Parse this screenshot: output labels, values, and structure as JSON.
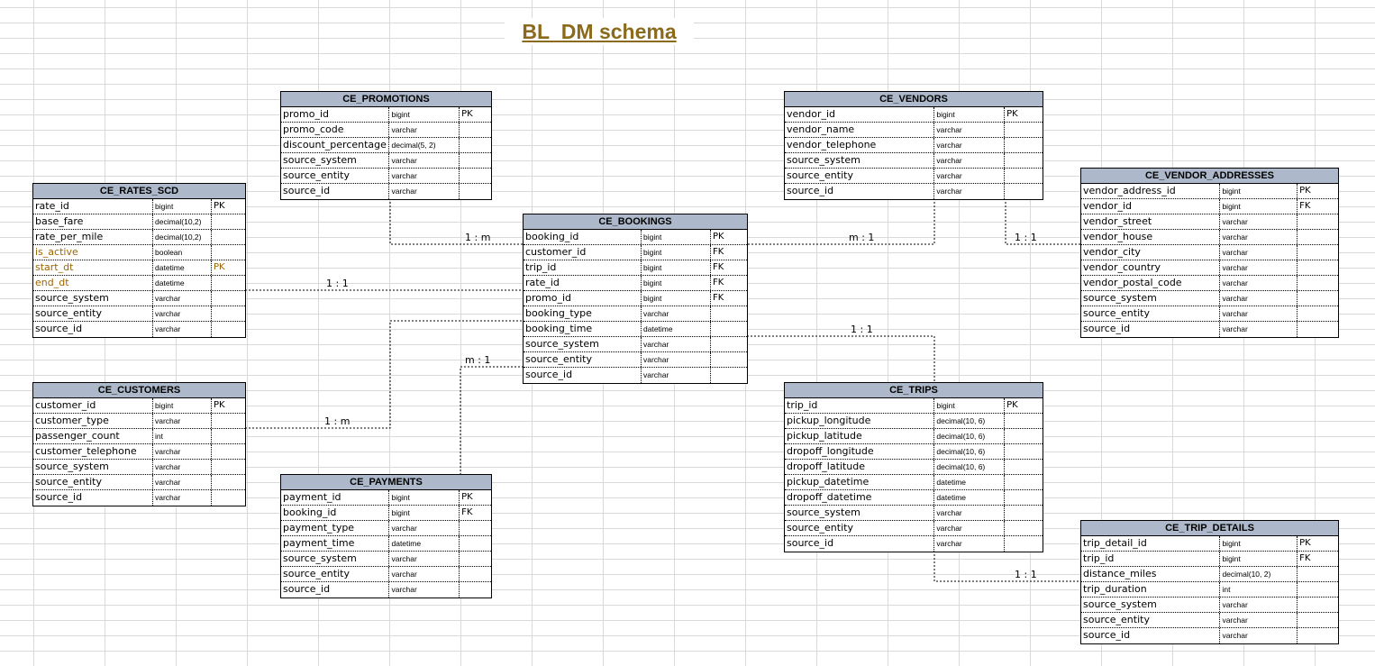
{
  "title": "BL_DM schema",
  "tables": {
    "ce_promotions": {
      "name": "CE_PROMOTIONS",
      "rows": [
        {
          "field": "promo_id",
          "type": "bigint",
          "key": "PK"
        },
        {
          "field": "promo_code",
          "type": "varchar",
          "key": ""
        },
        {
          "field": "discount_percentage",
          "type": "decimal(5, 2)",
          "key": ""
        },
        {
          "field": "source_system",
          "type": "varchar",
          "key": ""
        },
        {
          "field": "source_entity",
          "type": "varchar",
          "key": ""
        },
        {
          "field": "source_id",
          "type": "varchar",
          "key": ""
        }
      ]
    },
    "ce_vendors": {
      "name": "CE_VENDORS",
      "rows": [
        {
          "field": "vendor_id",
          "type": "bigint",
          "key": "PK"
        },
        {
          "field": "vendor_name",
          "type": "varchar",
          "key": ""
        },
        {
          "field": "vendor_telephone",
          "type": "varchar",
          "key": ""
        },
        {
          "field": "source_system",
          "type": "varchar",
          "key": ""
        },
        {
          "field": "source_entity",
          "type": "varchar",
          "key": ""
        },
        {
          "field": "source_id",
          "type": "varchar",
          "key": ""
        }
      ]
    },
    "ce_vendor_addresses": {
      "name": "CE_VENDOR_ADDRESSES",
      "rows": [
        {
          "field": "vendor_address_id",
          "type": "bigint",
          "key": "PK"
        },
        {
          "field": "vendor_id",
          "type": "bigint",
          "key": "FK"
        },
        {
          "field": "vendor_street",
          "type": "varchar",
          "key": ""
        },
        {
          "field": "vendor_house",
          "type": "varchar",
          "key": ""
        },
        {
          "field": "vendor_city",
          "type": "varchar",
          "key": ""
        },
        {
          "field": "vendor_country",
          "type": "varchar",
          "key": ""
        },
        {
          "field": "vendor_postal_code",
          "type": "varchar",
          "key": ""
        },
        {
          "field": "source_system",
          "type": "varchar",
          "key": ""
        },
        {
          "field": "source_entity",
          "type": "varchar",
          "key": ""
        },
        {
          "field": "source_id",
          "type": "varchar",
          "key": ""
        }
      ]
    },
    "ce_rates_scd": {
      "name": "CE_RATES_SCD",
      "rows": [
        {
          "field": "rate_id",
          "type": "bigint",
          "key": "PK"
        },
        {
          "field": "base_fare",
          "type": "decimal(10,2)",
          "key": ""
        },
        {
          "field": "rate_per_mile",
          "type": "decimal(10,2)",
          "key": ""
        },
        {
          "field": "is_active",
          "type": "boolean",
          "key": "",
          "scd": true
        },
        {
          "field": "start_dt",
          "type": "datetime",
          "key": "PK",
          "scd": true
        },
        {
          "field": "end_dt",
          "type": "datetime",
          "key": "",
          "scd": true
        },
        {
          "field": "source_system",
          "type": "varchar",
          "key": ""
        },
        {
          "field": "source_entity",
          "type": "varchar",
          "key": ""
        },
        {
          "field": "source_id",
          "type": "varchar",
          "key": ""
        }
      ]
    },
    "ce_bookings": {
      "name": "CE_BOOKINGS",
      "rows": [
        {
          "field": "booking_id",
          "type": "bigint",
          "key": "PK"
        },
        {
          "field": "customer_id",
          "type": "bigint",
          "key": "FK"
        },
        {
          "field": "trip_id",
          "type": "bigint",
          "key": "FK"
        },
        {
          "field": "rate_id",
          "type": "bigint",
          "key": "FK"
        },
        {
          "field": "promo_id",
          "type": "bigint",
          "key": "FK"
        },
        {
          "field": "booking_type",
          "type": "varchar",
          "key": ""
        },
        {
          "field": "booking_time",
          "type": "datetime",
          "key": ""
        },
        {
          "field": "source_system",
          "type": "varchar",
          "key": ""
        },
        {
          "field": "source_entity",
          "type": "varchar",
          "key": ""
        },
        {
          "field": "source_id",
          "type": "varchar",
          "key": ""
        }
      ]
    },
    "ce_customers": {
      "name": "CE_CUSTOMERS",
      "rows": [
        {
          "field": "customer_id",
          "type": "bigint",
          "key": "PK"
        },
        {
          "field": "customer_type",
          "type": "varchar",
          "key": ""
        },
        {
          "field": "passenger_count",
          "type": "int",
          "key": ""
        },
        {
          "field": "customer_telephone",
          "type": "varchar",
          "key": ""
        },
        {
          "field": "source_system",
          "type": "varchar",
          "key": ""
        },
        {
          "field": "source_entity",
          "type": "varchar",
          "key": ""
        },
        {
          "field": "source_id",
          "type": "varchar",
          "key": ""
        }
      ]
    },
    "ce_trips": {
      "name": "CE_TRIPS",
      "rows": [
        {
          "field": "trip_id",
          "type": "bigint",
          "key": "PK"
        },
        {
          "field": "pickup_longitude",
          "type": "decimal(10, 6)",
          "key": ""
        },
        {
          "field": "pickup_latitude",
          "type": "decimal(10, 6)",
          "key": ""
        },
        {
          "field": "dropoff_longitude",
          "type": "decimal(10, 6)",
          "key": ""
        },
        {
          "field": "dropoff_latitude",
          "type": "decimal(10, 6)",
          "key": ""
        },
        {
          "field": "pickup_datetime",
          "type": "datetime",
          "key": ""
        },
        {
          "field": "dropoff_datetime",
          "type": "datetime",
          "key": ""
        },
        {
          "field": "source_system",
          "type": "varchar",
          "key": ""
        },
        {
          "field": "source_entity",
          "type": "varchar",
          "key": ""
        },
        {
          "field": "source_id",
          "type": "varchar",
          "key": ""
        }
      ]
    },
    "ce_payments": {
      "name": "CE_PAYMENTS",
      "rows": [
        {
          "field": "payment_id",
          "type": "bigint",
          "key": "PK"
        },
        {
          "field": "booking_id",
          "type": "bigint",
          "key": "FK"
        },
        {
          "field": "payment_type",
          "type": "varchar",
          "key": ""
        },
        {
          "field": "payment_time",
          "type": "datetime",
          "key": ""
        },
        {
          "field": "source_system",
          "type": "varchar",
          "key": ""
        },
        {
          "field": "source_entity",
          "type": "varchar",
          "key": ""
        },
        {
          "field": "source_id",
          "type": "varchar",
          "key": ""
        }
      ]
    },
    "ce_trip_details": {
      "name": "CE_TRIP_DETAILS",
      "rows": [
        {
          "field": "trip_detail_id",
          "type": "bigint",
          "key": "PK"
        },
        {
          "field": "trip_id",
          "type": "bigint",
          "key": "FK"
        },
        {
          "field": "distance_miles",
          "type": "decimal(10, 2)",
          "key": ""
        },
        {
          "field": "trip_duration",
          "type": "int",
          "key": ""
        },
        {
          "field": "source_system",
          "type": "varchar",
          "key": ""
        },
        {
          "field": "source_entity",
          "type": "varchar",
          "key": ""
        },
        {
          "field": "source_id",
          "type": "varchar",
          "key": ""
        }
      ]
    }
  },
  "relationships": {
    "promotions_bookings": "1 : m",
    "vendors_bookings": "m : 1",
    "vendors_addresses": "1 : 1",
    "rates_bookings": "1 : 1",
    "bookings_trips": "1 : 1",
    "bookings_payments": "m : 1",
    "customers_bookings": "1 : m",
    "trips_details": "1 : 1"
  },
  "colors": {
    "header_fill": "#adb9ca",
    "scd_text": "#9c6500",
    "title": "#8b6a1c"
  }
}
